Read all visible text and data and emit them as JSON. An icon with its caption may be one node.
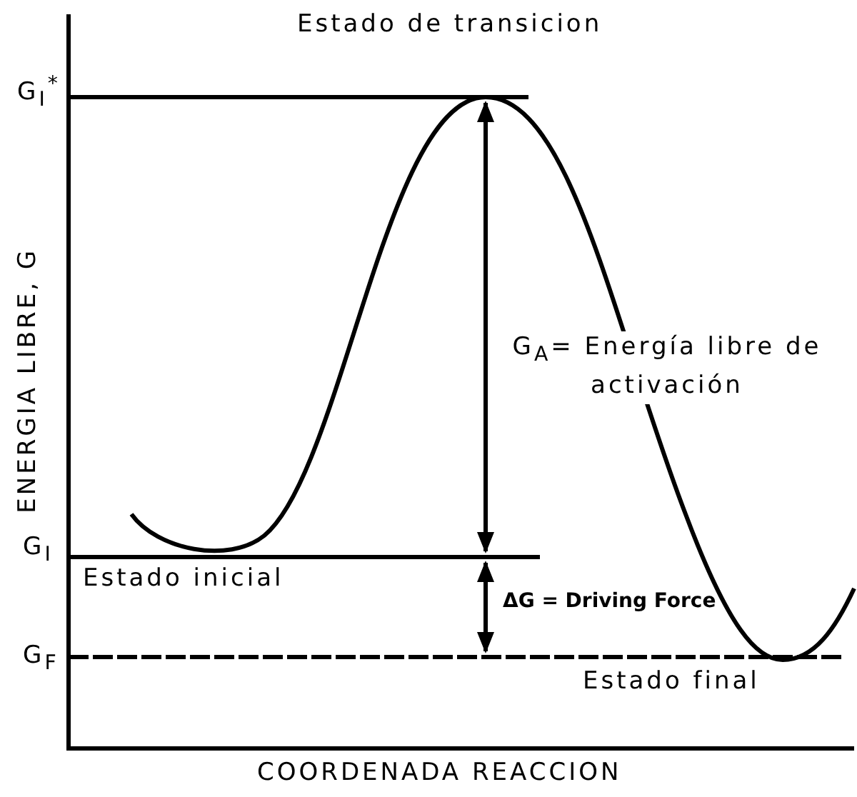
{
  "diagram": {
    "labels": [
      "Estado de transicion",
      "G$_{I}$$^{*}$",
      "ENERGIA LIBRE, G",
      "G$_{A}$= Energía libre de activación",
      "G$_{I}$",
      "Estado inicial",
      "ΔG = Driving Force",
      "G$_{F}$",
      "Estado final",
      "COORDENADA REACCION"
    ]
  }
}
